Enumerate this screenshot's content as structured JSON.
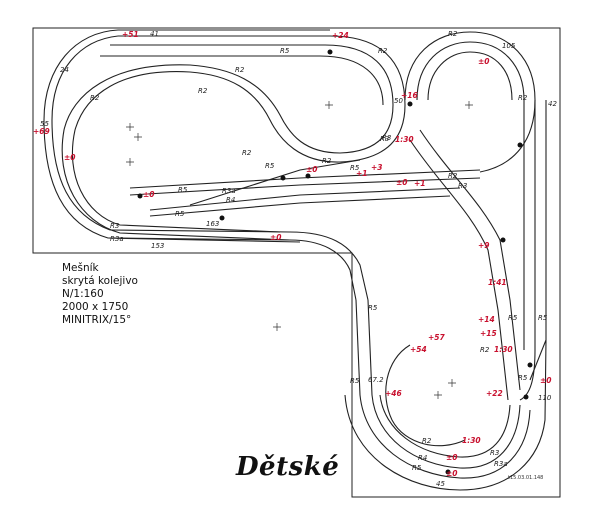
{
  "title": "Dětské",
  "info_lines": [
    "Mešník",
    "skrytá kolejivo",
    "N/1:160",
    "2000 x 1750",
    "MINITRIX/15°"
  ],
  "signature": "t15.03.01.148",
  "colors": {
    "track": "#222222",
    "elevation": "#c8102e"
  },
  "radius_labels": [
    {
      "id": "r5-top",
      "text": "R5"
    },
    {
      "id": "r2-top-left",
      "text": "R2"
    },
    {
      "id": "r2-top-right",
      "text": "R2"
    },
    {
      "id": "r2-mid",
      "text": "R2"
    },
    {
      "id": "r2-mid2",
      "text": "R2"
    },
    {
      "id": "r2-lower",
      "text": "R2"
    },
    {
      "id": "r5-mid",
      "text": "R5"
    },
    {
      "id": "r2-center",
      "text": "R2"
    },
    {
      "id": "r3-center",
      "text": "R3"
    },
    {
      "id": "r5-center",
      "text": "R5"
    },
    {
      "id": "r5-center2",
      "text": "R5"
    },
    {
      "id": "r3a-center",
      "text": "R3a"
    },
    {
      "id": "r4-center",
      "text": "R4"
    },
    {
      "id": "r5-center3",
      "text": "R5"
    },
    {
      "id": "r3-left",
      "text": "R3"
    },
    {
      "id": "r3a-left",
      "text": "R3a"
    },
    {
      "id": "r3-right-loop",
      "text": "R3"
    },
    {
      "id": "r2-right-loop",
      "text": "R2"
    },
    {
      "id": "r2-right-loop2",
      "text": "R2"
    },
    {
      "id": "r2-right-side",
      "text": "R2"
    },
    {
      "id": "r3-right-side",
      "text": "R3"
    },
    {
      "id": "r5-right-side",
      "text": "R5"
    },
    {
      "id": "r5-right2",
      "text": "R5"
    },
    {
      "id": "r2-bottom",
      "text": "R2"
    },
    {
      "id": "r4-bottom",
      "text": "R4"
    },
    {
      "id": "r5-bottom",
      "text": "R5"
    },
    {
      "id": "r3-bottom",
      "text": "R3"
    },
    {
      "id": "r3a-bottom",
      "text": "R3a"
    },
    {
      "id": "r5-bl",
      "text": "R5"
    },
    {
      "id": "r5-bl2",
      "text": "R5"
    },
    {
      "id": "r5-bottom-right",
      "text": "R5"
    },
    {
      "id": "r2-bot2",
      "text": "R2"
    }
  ],
  "elevation_labels": [
    {
      "id": "e-51",
      "text": "+51"
    },
    {
      "id": "e-24",
      "text": "+24"
    },
    {
      "id": "e-69",
      "text": "+69"
    },
    {
      "id": "e-0-a",
      "text": "±0"
    },
    {
      "id": "e-0-b",
      "text": "±0"
    },
    {
      "id": "e-0-c",
      "text": "±0"
    },
    {
      "id": "e-0-d",
      "text": "±0"
    },
    {
      "id": "e-0-e",
      "text": "±0"
    },
    {
      "id": "e-3",
      "text": "+3"
    },
    {
      "id": "e-1",
      "text": "+1"
    },
    {
      "id": "e-1b",
      "text": "+1"
    },
    {
      "id": "e-0-f",
      "text": "±0"
    },
    {
      "id": "e-16",
      "text": "+16"
    },
    {
      "id": "e-130-a",
      "text": "1:30"
    },
    {
      "id": "e-9",
      "text": "+9"
    },
    {
      "id": "e-141",
      "text": "1:41"
    },
    {
      "id": "e-14",
      "text": "+14"
    },
    {
      "id": "e-15",
      "text": "+15"
    },
    {
      "id": "e-130-b",
      "text": "1:30"
    },
    {
      "id": "e-57",
      "text": "+57"
    },
    {
      "id": "e-54",
      "text": "+54"
    },
    {
      "id": "e-46",
      "text": "+46"
    },
    {
      "id": "e-22",
      "text": "+22"
    },
    {
      "id": "e-0-g",
      "text": "±0"
    },
    {
      "id": "e-130-c",
      "text": "1:30"
    },
    {
      "id": "e-0-h",
      "text": "±0"
    },
    {
      "id": "e-0-i",
      "text": "±0"
    }
  ],
  "dimension_labels": [
    {
      "id": "d-41",
      "text": "41"
    },
    {
      "id": "d-50",
      "text": "50"
    },
    {
      "id": "d-42",
      "text": "42"
    },
    {
      "id": "d-153",
      "text": "153"
    },
    {
      "id": "d-163",
      "text": "163"
    },
    {
      "id": "d-110",
      "text": "110"
    },
    {
      "id": "d-672",
      "text": "67.2"
    },
    {
      "id": "d-24",
      "text": "24"
    },
    {
      "id": "d-55",
      "text": "55"
    },
    {
      "id": "d-105",
      "text": "105"
    },
    {
      "id": "d-45",
      "text": "45"
    }
  ]
}
